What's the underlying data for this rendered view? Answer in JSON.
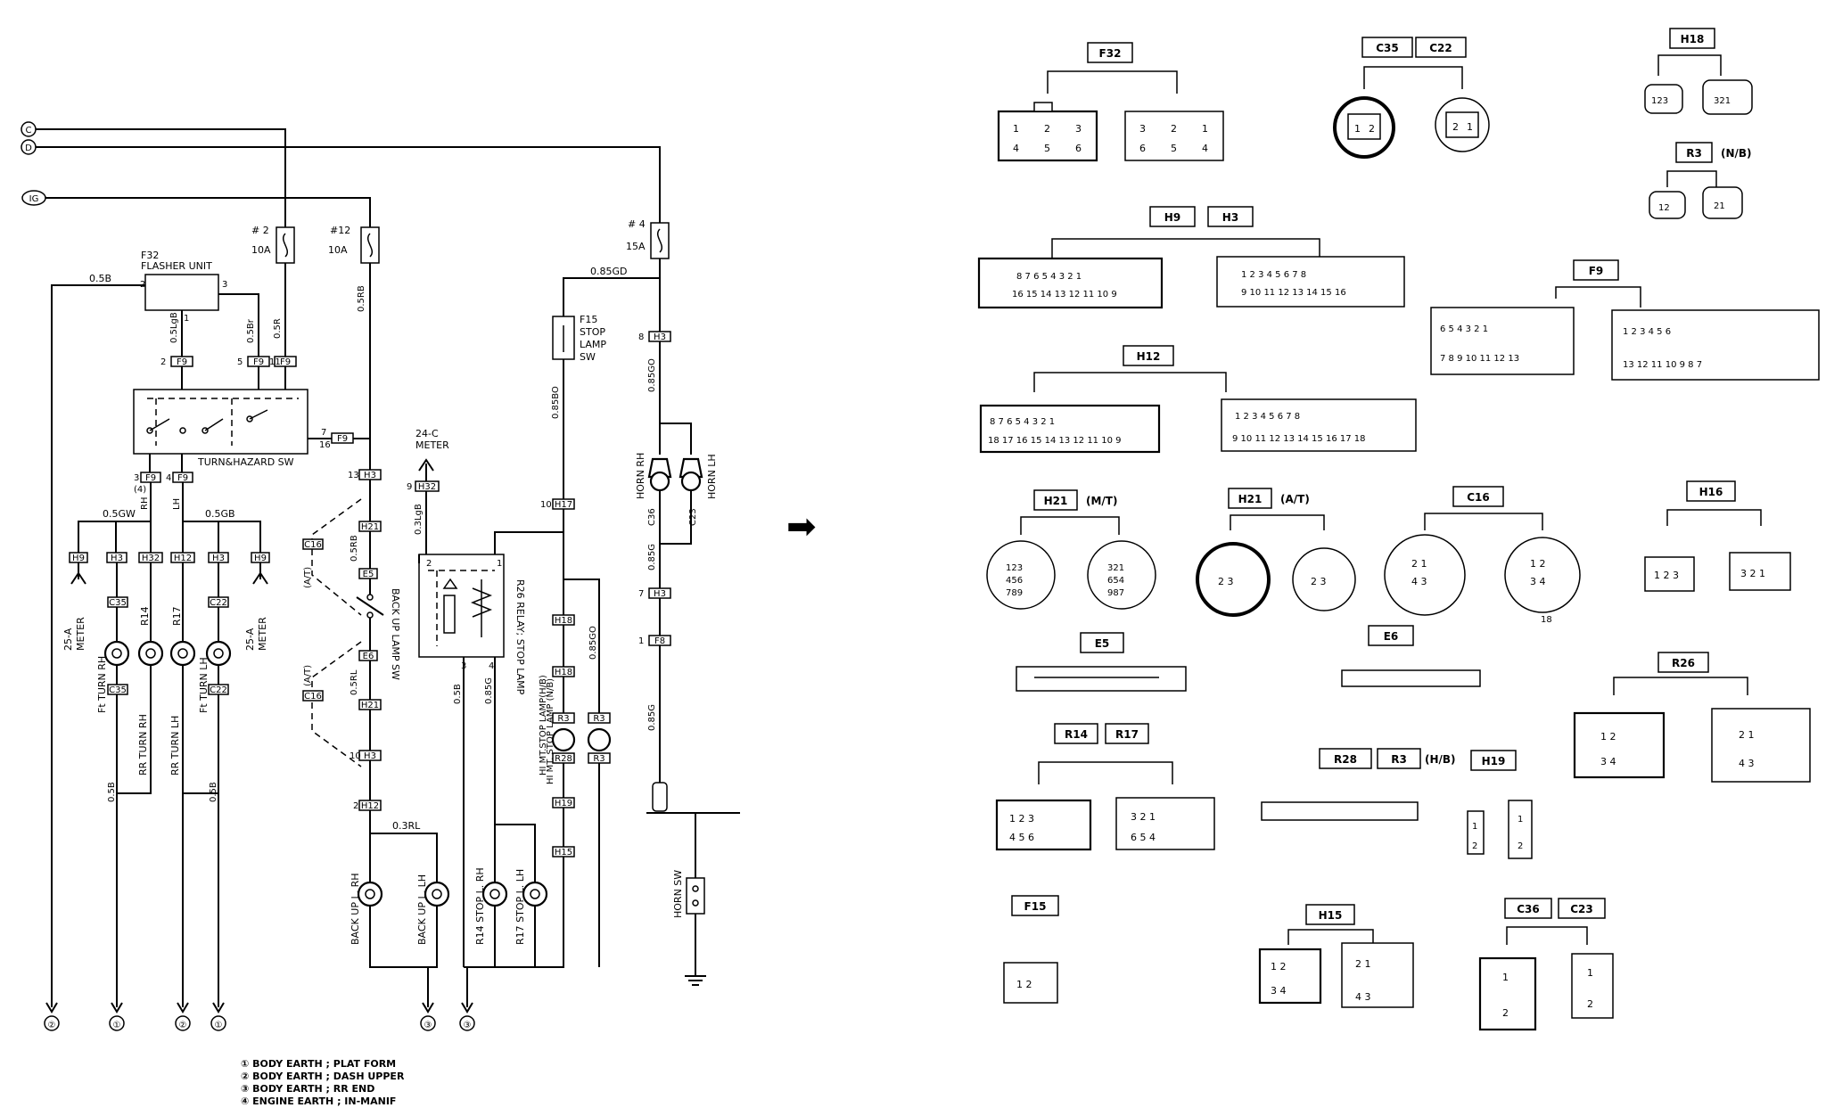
{
  "wiring": {
    "terminals": {
      "c": "C",
      "d": "D",
      "ig": "IG"
    },
    "fuses": [
      {
        "id": "fuse2",
        "num": "# 2",
        "amp": "10A"
      },
      {
        "id": "fuse12",
        "num": "#12",
        "amp": "10A"
      },
      {
        "id": "fuse4",
        "num": "# 4",
        "amp": "15A"
      }
    ],
    "flasher": {
      "code": "F32",
      "name": "FLASHER UNIT"
    },
    "hazard_switch": "TURN&HAZARD SW",
    "stop_lamp_switch": {
      "code": "F15",
      "lines": [
        "STOP",
        "LAMP",
        "SW"
      ]
    },
    "meter_24c": {
      "line1": "24-C",
      "line2": "METER"
    },
    "meter_25a_left": {
      "line1": "25-A",
      "line2": "METER"
    },
    "meter_25a_right": {
      "line1": "25-A",
      "line2": "METER"
    },
    "relay": "R26 RELAY; STOP LAMP",
    "backup_switch": "BACK UP LAMP SW",
    "horn_switch": "HORN SW",
    "horns": {
      "rh": "HORN RH",
      "lh": "HORN LH"
    },
    "lamps": {
      "ft_turn_rh": "Ft TURN RH",
      "r14": "R14",
      "r17": "R17",
      "ft_turn_lh": "Ft TURN LH",
      "rr_turn_rh": "RR TURN RH",
      "rr_turn_lh": "RR TURN LH",
      "backup_rh": "BACK UP L. RH",
      "backup_lh": "BACK UP L. LH",
      "stop_rh": "R14 STOP L. RH",
      "stop_lh": "R17 STOP L. LH",
      "hi_stop_hb": "HI MT.STOP LAMP(H/B)",
      "hi_stop_nb": "HI MT. STOP LAMP (N/B)"
    },
    "wires": {
      "w1": "0.5B",
      "w2": "0.5LgB",
      "w3": "0.5Br",
      "w4": "0.5R",
      "w5": "0.5RB",
      "w6": "0.85GD",
      "w7": "0.5GW",
      "w8": "0.5GB",
      "w9": "0.3LgB",
      "w10": "0.85BO",
      "w11": "0.85GO",
      "w12": "0.85G",
      "w13": "0.5RL",
      "w14": "0.3RL",
      "w15": "0.5B",
      "w16": "0.85GO",
      "w17": "0.5B"
    },
    "at": "(A/T)",
    "rh": "RH",
    "lh": "LH",
    "ground_numbers": [
      "②",
      "①",
      "②",
      "①",
      "③",
      "③"
    ]
  },
  "legend": [
    "① BODY EARTH ; PLAT FORM",
    "② BODY EARTH ; DASH UPPER",
    "③ BODY EARTH ; RR END",
    "④ ENGINE EARTH ; IN-MANIF"
  ],
  "connectors": {
    "f32": "F32",
    "c35": "C35",
    "c22": "C22",
    "h18": "H18",
    "r3": "R3",
    "r3_note": "(N/B)",
    "h9": "H9",
    "h3": "H3",
    "f9": "F9",
    "h12": "H12",
    "h21a": "H21",
    "h21a_note": "(M/T)",
    "h21b": "H21",
    "h21b_note": "(A/T)",
    "c16": "C16",
    "c16_pin": "18",
    "h16": "H16",
    "e5": "E5",
    "e6": "E6",
    "r26": "R26",
    "r14": "R14",
    "r17": "R17",
    "r28": "R28",
    "r3b": "R3",
    "r3b_note": "(H/B)",
    "h19": "H19",
    "f15": "F15",
    "h15": "H15",
    "c36": "C36",
    "c23": "C23"
  },
  "arrow": "➡"
}
